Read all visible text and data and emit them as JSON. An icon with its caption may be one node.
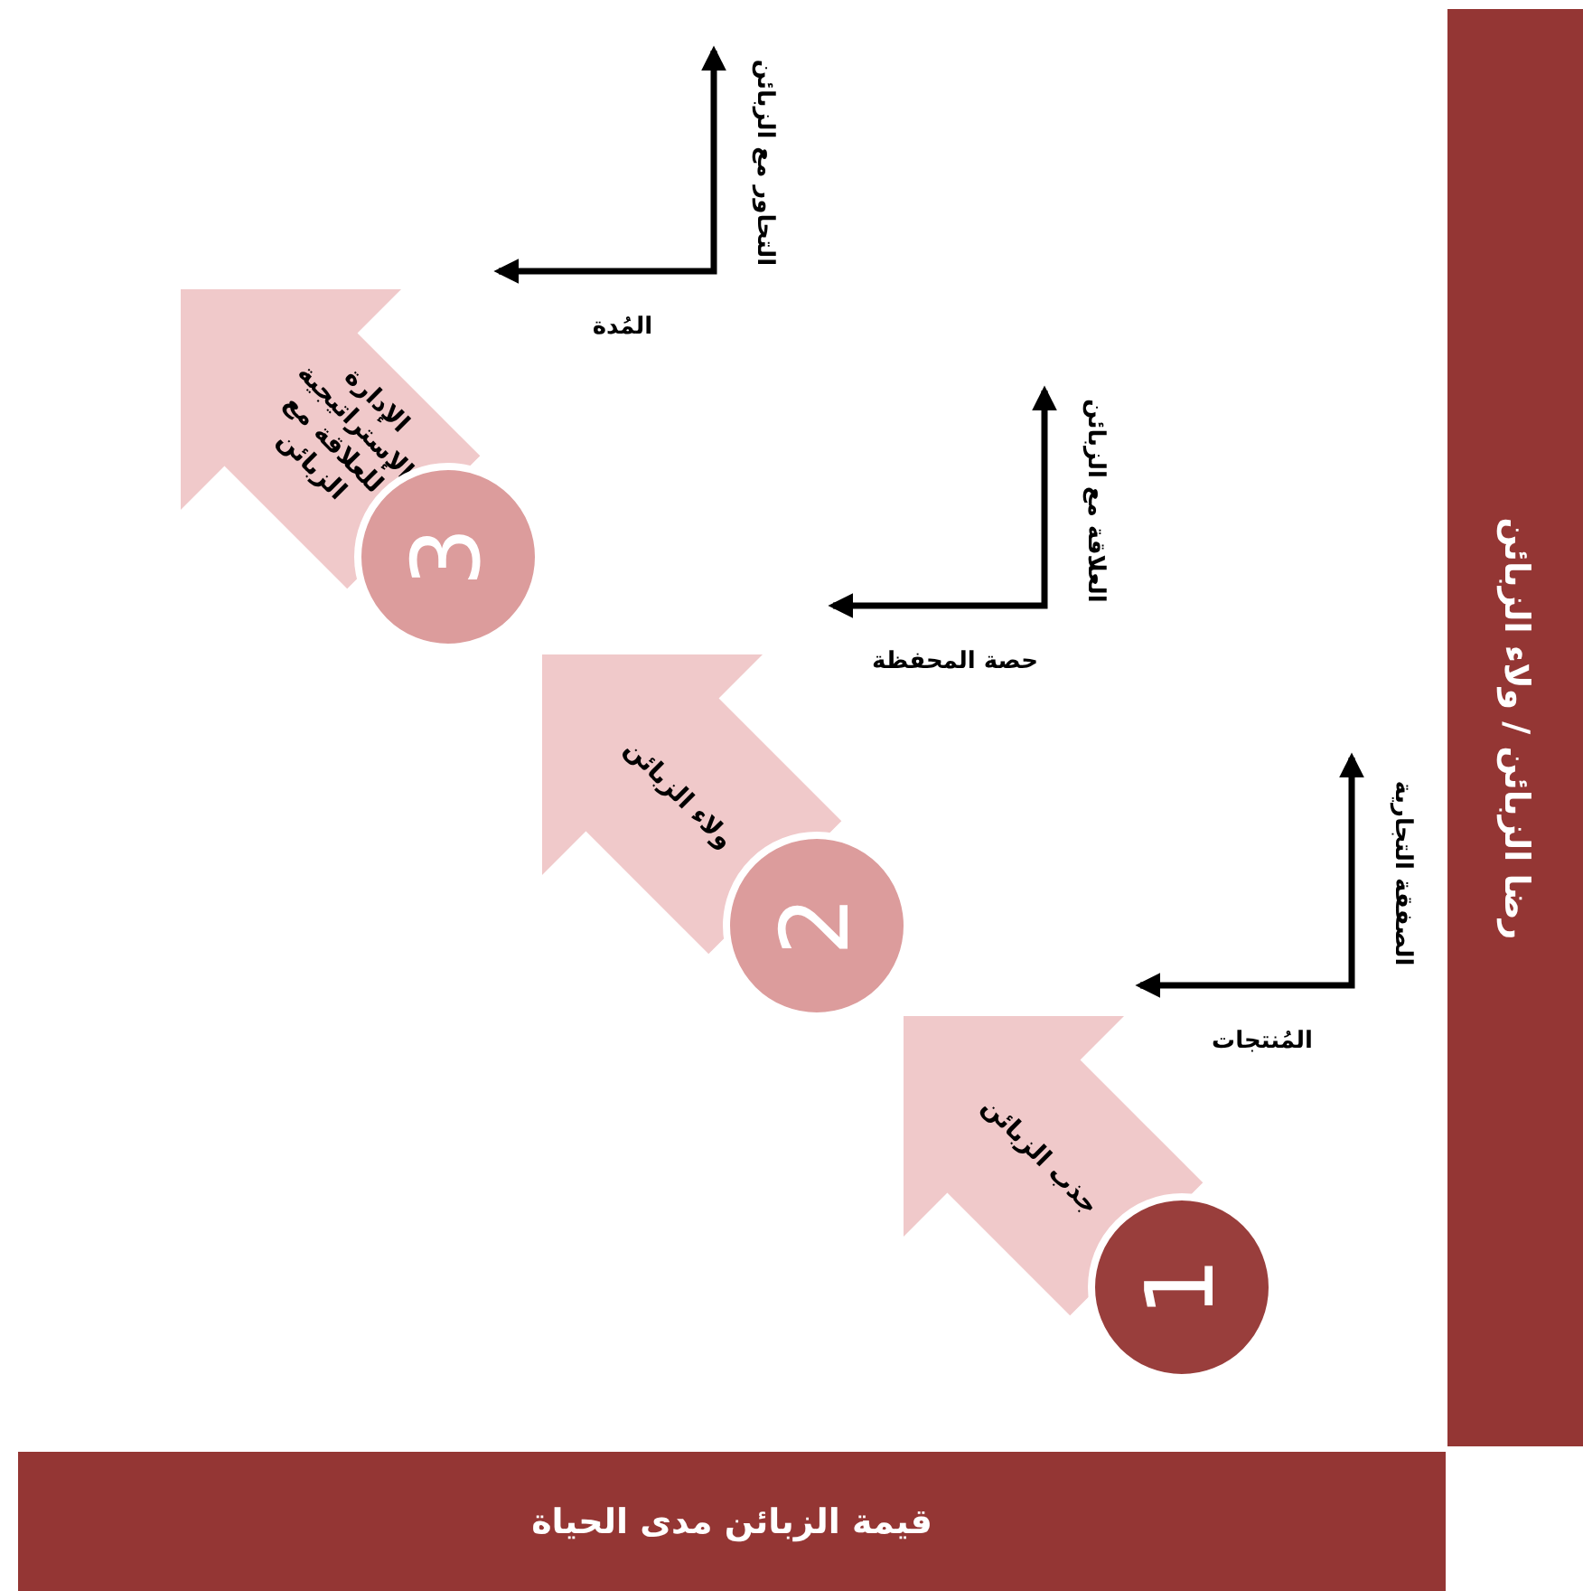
{
  "diagram": {
    "nodes": [
      {
        "text": [
          "الإدارة الإستراتيجية للعلاقة مع الزبائن"
        ]
      },
      {
        "text": [
          "3"
        ]
      },
      {
        "text": [
          "ولاء الزبائن"
        ]
      },
      {
        "text": [
          "2"
        ]
      },
      {
        "text": [
          "جذب الزبائن"
        ]
      },
      {
        "text": [
          "1"
        ]
      },
      {
        "text": [
          "رضا الزبائن / ولاء الزبائن"
        ]
      },
      {
        "text": [
          "قيمة الزبائن مدى الحياة"
        ]
      }
    ],
    "edges": [],
    "labels": [
      "التحاور مع الزبائن",
      "المُدة",
      "العلاقة مع الزبائن",
      "حصة المحفظة",
      "الصفقة التجارية",
      "المُنتجات"
    ]
  }
}
